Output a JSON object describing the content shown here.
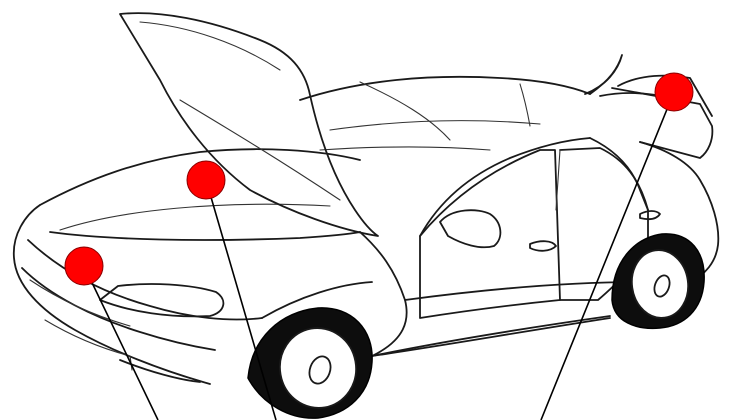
{
  "illustration": {
    "subject": "car-with-open-hood",
    "colors": {
      "marker": "#ff0000",
      "marker_edge": "#8a0000",
      "line": "#1a1a1a",
      "background": "#ffffff"
    }
  },
  "markers": [
    {
      "id": "front-bumper",
      "color": "#ff0000"
    },
    {
      "id": "engine-bay",
      "color": "#ff0000"
    },
    {
      "id": "trunk",
      "color": "#ff0000"
    }
  ]
}
